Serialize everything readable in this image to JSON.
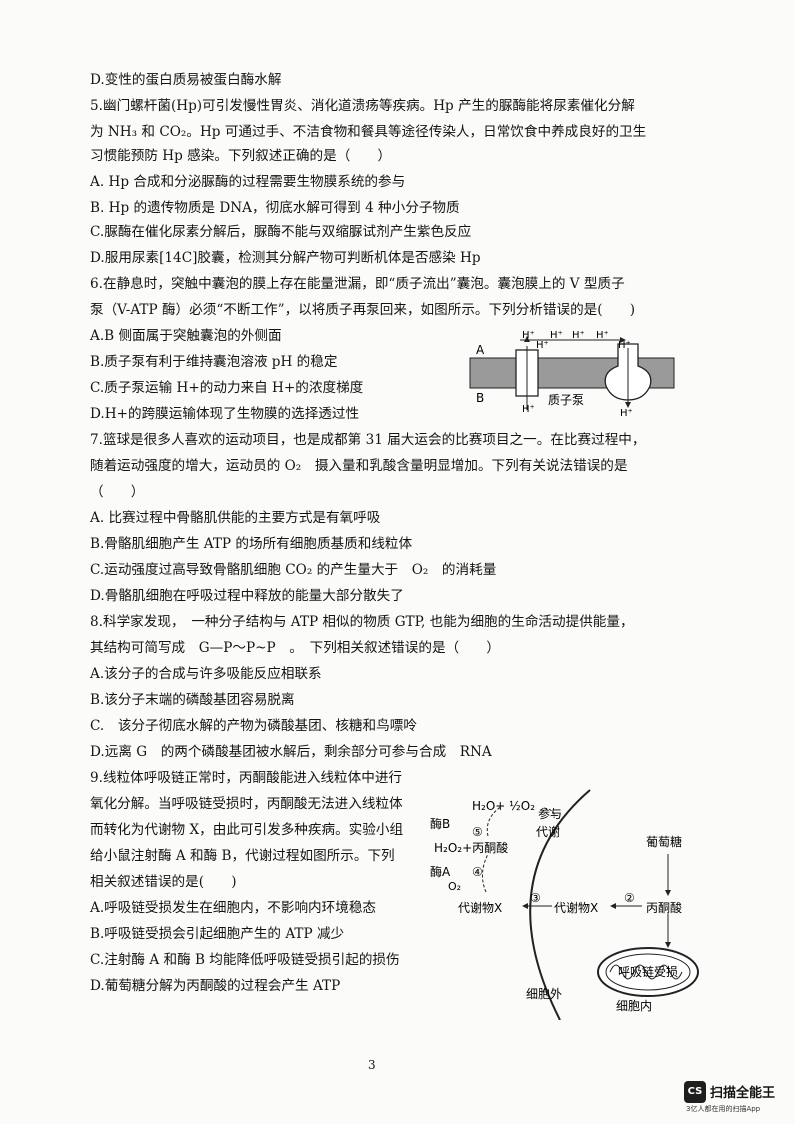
{
  "lines": [
    "D.变性的蛋白质易被蛋白酶水解",
    "5.幽门螺杆菌(Hp)可引发慢性胃炎、消化道溃疡等疾病。Hp 产生的脲酶能将尿素催化分解",
    "为 NH₃ 和 CO₂。Hp 可通过手、不洁食物和餐具等途径传染人，日常饮食中养成良好的卫生",
    "习惯能预防 Hp 感染。下列叙述正确的是（　　）",
    "A. Hp 合成和分泌脲酶的过程需要生物膜系统的参与",
    "B. Hp 的遗传物质是 DNA，彻底水解可得到 4 种小分子物质",
    "C.脲酶在催化尿素分解后，脲酶不能与双缩脲试剂产生紫色反应",
    "D.服用尿素[14C]胶囊，检测其分解产物可判断机体是否感染 Hp",
    "6.在静息时，突触中囊泡的膜上存在能量泄漏，即“质子流出”囊泡。囊泡膜上的 V 型质子",
    "泵（V-ATP 酶）必须“不断工作”，以将质子再泵回来，如图所示。下列分析错误的是(　　)",
    "A.B 侧面属于突触囊泡的外侧面",
    "B.质子泵有利于维持囊泡溶液 pH 的稳定",
    "C.质子泵运输 H+的动力来自 H+的浓度梯度",
    "D.H+的跨膜运输体现了生物膜的选择透过性",
    "7.篮球是很多人喜欢的运动项目，也是成都第 31 届大运会的比赛项目之一。在比赛过程中，",
    "随着运动强度的增大，运动员的 O₂　摄入量和乳酸含量明显增加。下列有关说法错误的是",
    "（　　）",
    "A. 比赛过程中骨骼肌供能的主要方式是有氧呼吸",
    "B.骨骼肌细胞产生 ATP 的场所有细胞质基质和线粒体",
    "C.运动强度过高导致骨骼肌细胞 CO₂ 的产生量大于　O₂　的消耗量",
    "D.骨骼肌细胞在呼吸过程中释放的能量大部分散失了",
    "8.科学家发现，　一种分子结构与 ATP 相似的物质 GTP, 也能为细胞的生命活动提供能量，",
    "其结构可简写成　G—P～P~P　。　下列相关叙述错误的是（　　）",
    "A.该分子的合成与许多吸能反应相联系",
    "B.该分子末端的磷酸基团容易脱离",
    "C.　该分子彻底水解的产物为磷酸基团、核糖和鸟嘌呤",
    "D.远离 G　的两个磷酸基团被水解后，剩余部分可参与合成　RNA",
    "9.线粒体呼吸链正常时，丙酮酸能进入线粒体中进行",
    "氧化分解。当呼吸链受损时，丙酮酸无法进入线粒体",
    "而转化为代谢物 X，由此可引发多种疾病。实验小组",
    "给小鼠注射酶 A 和酶 B，代谢过程如图所示。下列",
    "相关叙述错误的是(　　)",
    "A.呼吸链受损发生在细胞内，不影响内环境稳态",
    "B.呼吸链受损会引起细胞产生的 ATP 减少",
    "C.注射酶 A 和酶 B 均能降低呼吸链受损引起的损伤",
    "D.葡萄糖分解为丙酮酸的过程会产生 ATP"
  ],
  "fig1": {
    "side_a": "A",
    "side_b": "B",
    "pump_label": "质子泵",
    "h": "H⁺"
  },
  "fig2": {
    "h2o_o2": "H₂O+ ½O₂",
    "join": "参与",
    "metab": "代谢",
    "enzyme_b": "酶B",
    "h2o2_pyr": "H₂O₂+丙酮酸",
    "enzyme_a": "酶A",
    "o2": "O₂",
    "metab_x_out": "代谢物X",
    "metab_x_in": "代谢物X",
    "pyruvate": "丙酮酸",
    "glucose": "葡萄糖",
    "damage": "呼吸链受损",
    "outside": "细胞外",
    "inside": "细胞内",
    "n2": "②",
    "n3": "③",
    "n4": "④",
    "n5": "⑤"
  },
  "page_number": "3",
  "footer": {
    "logo": "CS",
    "name": "扫描全能王",
    "sub": "3亿人都在用的扫描App"
  }
}
